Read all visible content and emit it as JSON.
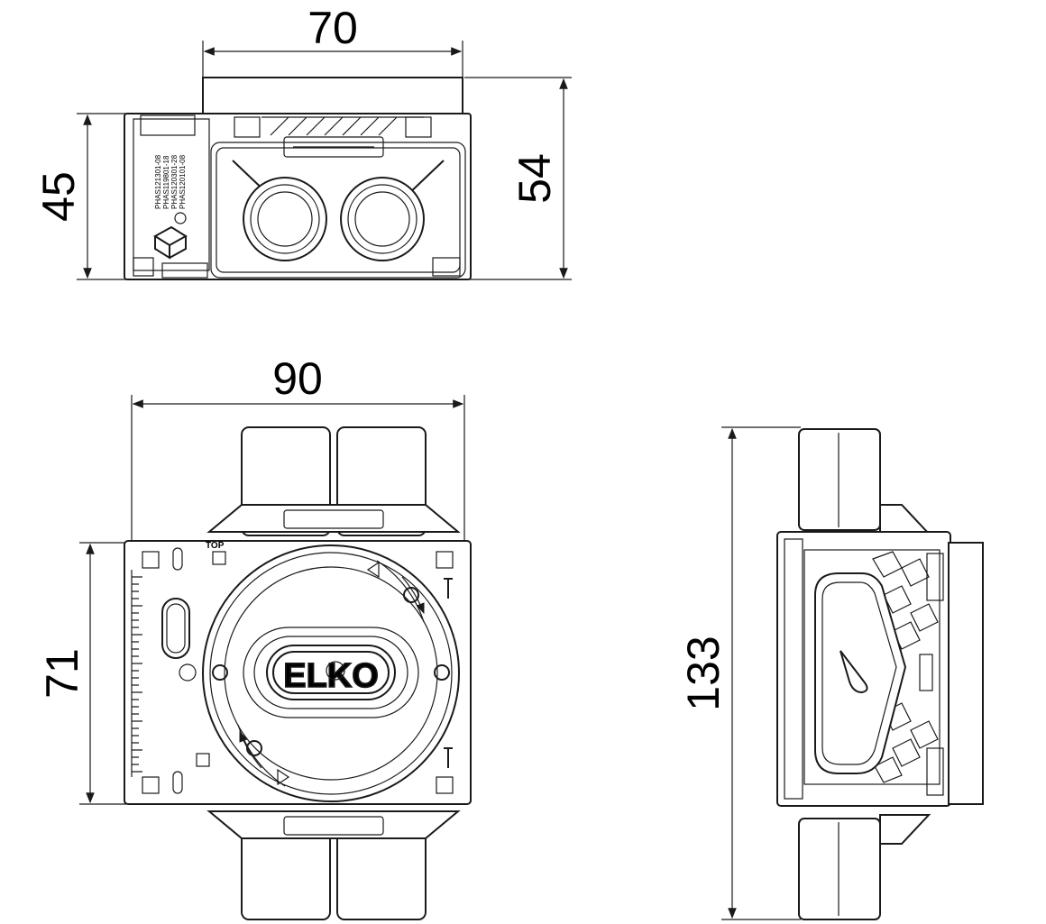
{
  "dimensions": {
    "top_view_width": "70",
    "top_view_depth_left": "45",
    "top_view_depth_right": "54",
    "front_view_width": "90",
    "front_view_height": "71",
    "side_view_height": "133"
  },
  "markings": {
    "brand": "ELKO",
    "top_label": "TOP",
    "part_numbers": [
      "PHAS121301-08",
      "PHAS119801-18",
      "PHAS120301-28",
      "PHAS120101-08"
    ]
  },
  "colors": {
    "line": "#1a1a1a",
    "hatch": "#d9d9d9",
    "background": "#ffffff"
  }
}
